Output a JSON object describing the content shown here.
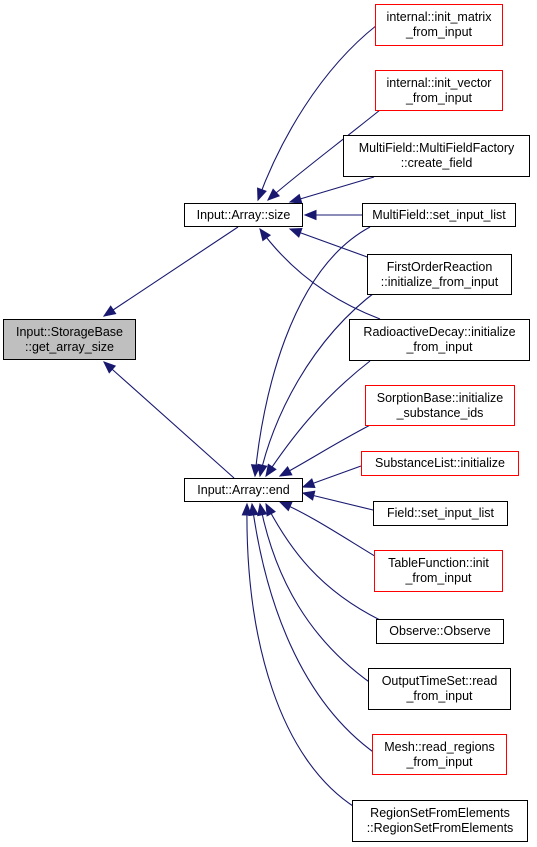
{
  "graph": {
    "edge_color": "#191970",
    "highlight_fill": "#bfbfbf",
    "link_border_red": "#ff0000",
    "nodes": {
      "root": {
        "label": "Input::StorageBase\n::get_array_size"
      },
      "size": {
        "label": "Input::Array::size"
      },
      "end": {
        "label": "Input::Array::end"
      },
      "init_matrix": {
        "label": "internal::init_matrix\n_from_input"
      },
      "init_vector": {
        "label": "internal::init_vector\n_from_input"
      },
      "mf_create": {
        "label": "MultiField::MultiFieldFactory\n::create_field"
      },
      "mf_set": {
        "label": "MultiField::set_input_list"
      },
      "for_init": {
        "label": "FirstOrderReaction\n::initialize_from_input"
      },
      "rd_init": {
        "label": "RadioactiveDecay::initialize\n_from_input"
      },
      "sb_init": {
        "label": "SorptionBase::initialize\n_substance_ids"
      },
      "sl_init": {
        "label": "SubstanceList::initialize"
      },
      "field_set": {
        "label": "Field::set_input_list"
      },
      "tf_init": {
        "label": "TableFunction::init\n_from_input"
      },
      "observe": {
        "label": "Observe::Observe"
      },
      "ots_read": {
        "label": "OutputTimeSet::read\n_from_input"
      },
      "mesh_read": {
        "label": "Mesh::read_regions\n_from_input"
      },
      "rsfe": {
        "label": "RegionSetFromElements\n::RegionSetFromElements"
      }
    }
  }
}
